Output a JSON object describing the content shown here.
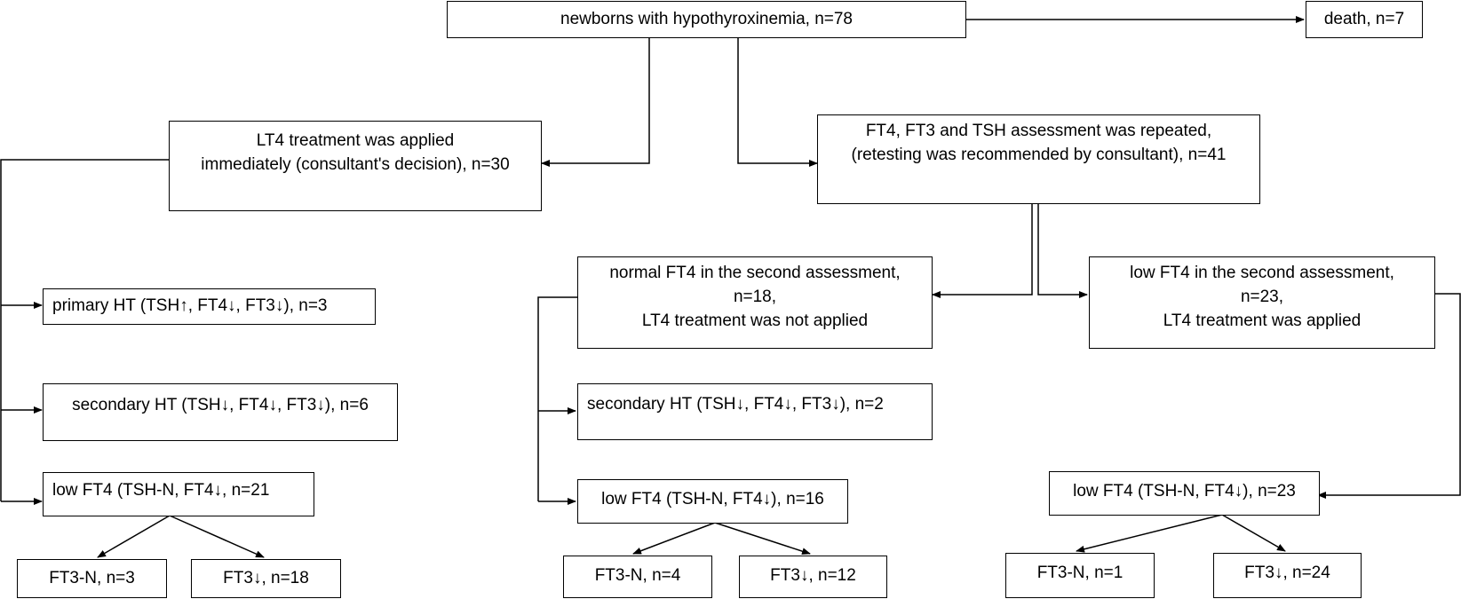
{
  "nodes": {
    "root": "newborns with hypothyroxinemia, n=78",
    "death": "death, n=7",
    "lt4_immediate": [
      "LT4 treatment was applied",
      "immediately (consultant's decision),  n=30"
    ],
    "retest": [
      "FT4, FT3 and TSH assessment was repeated,",
      "(retesting was recommended by consultant), n=41"
    ],
    "primary_ht": "primary HT (TSH↑, FT4↓, FT3↓), n=3",
    "secondary_ht_left": "secondary HT (TSH↓, FT4↓, FT3↓), n=6",
    "low_ft4_left": "low FT4 (TSH-N, FT4↓, n=21",
    "ft3n_left": "FT3-N, n=3",
    "ft3low_left": "FT3↓, n=18",
    "normal_ft4_second": [
      "normal FT4 in the second assessment,",
      "n=18,",
      "LT4 treatment was not applied"
    ],
    "low_ft4_second": [
      "low FT4 in the second assessment,",
      "n=23,",
      "LT4 treatment was applied"
    ],
    "secondary_ht_mid": "secondary HT (TSH↓, FT4↓, FT3↓), n=2",
    "low_ft4_mid": "low FT4 (TSH-N, FT4↓), n=16",
    "ft3n_mid": "FT3-N, n=4",
    "ft3low_mid": "FT3↓, n=12",
    "low_ft4_right": "low FT4 (TSH-N, FT4↓), n=23",
    "ft3n_right": "FT3-N, n=1",
    "ft3low_right": "FT3↓, n=24"
  }
}
